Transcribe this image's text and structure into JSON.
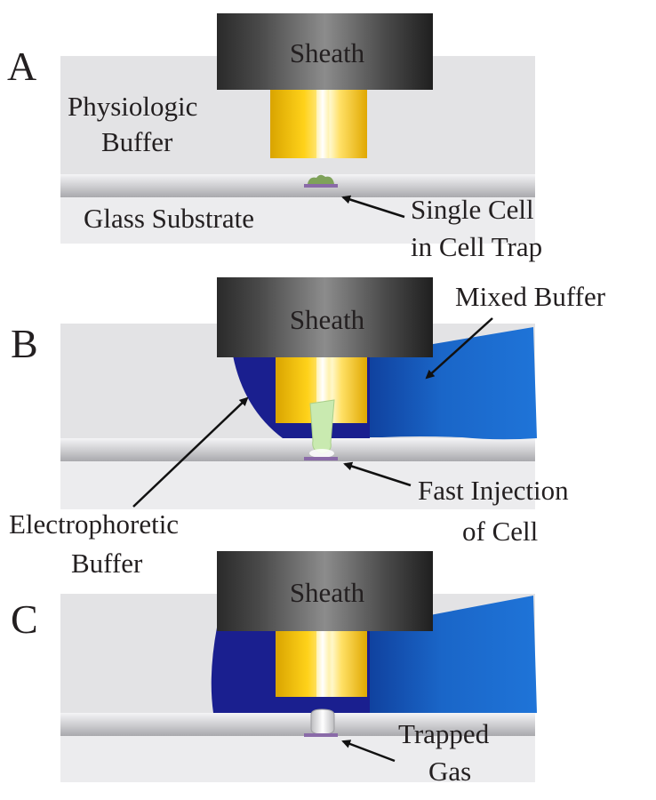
{
  "panels": [
    {
      "letter": "A",
      "sheath_label": "Sheath",
      "labels": {
        "buffer_line1": "Physiologic",
        "buffer_line2": "Buffer",
        "substrate": "Glass Substrate",
        "cell_line1": "Single Cell",
        "cell_line2": "in Cell Trap"
      }
    },
    {
      "letter": "B",
      "sheath_label": "Sheath",
      "labels": {
        "mixed": "Mixed Buffer",
        "injection_line1": "Fast Injection",
        "injection_line2": "of Cell",
        "electro_line1": "Electrophoretic",
        "electro_line2": "Buffer"
      }
    },
    {
      "letter": "C",
      "sheath_label": "Sheath",
      "labels": {
        "gas_line1": "Trapped",
        "gas_line2": "Gas"
      }
    }
  ],
  "colors": {
    "sheath_dark": "#2b2b2b",
    "capillary_gold": "#f2c400",
    "physiologic_buffer": "#e3e3e5",
    "electrophoretic_buffer": "#1a1f8f",
    "mixed_buffer": "#1a6fd0",
    "glass_substrate": "#ececee",
    "cell": "#7fa25a",
    "cell_trap": "#8a6aa8",
    "injected_plug": "#c9eab0",
    "trapped_gas": "#e8e8ea"
  }
}
